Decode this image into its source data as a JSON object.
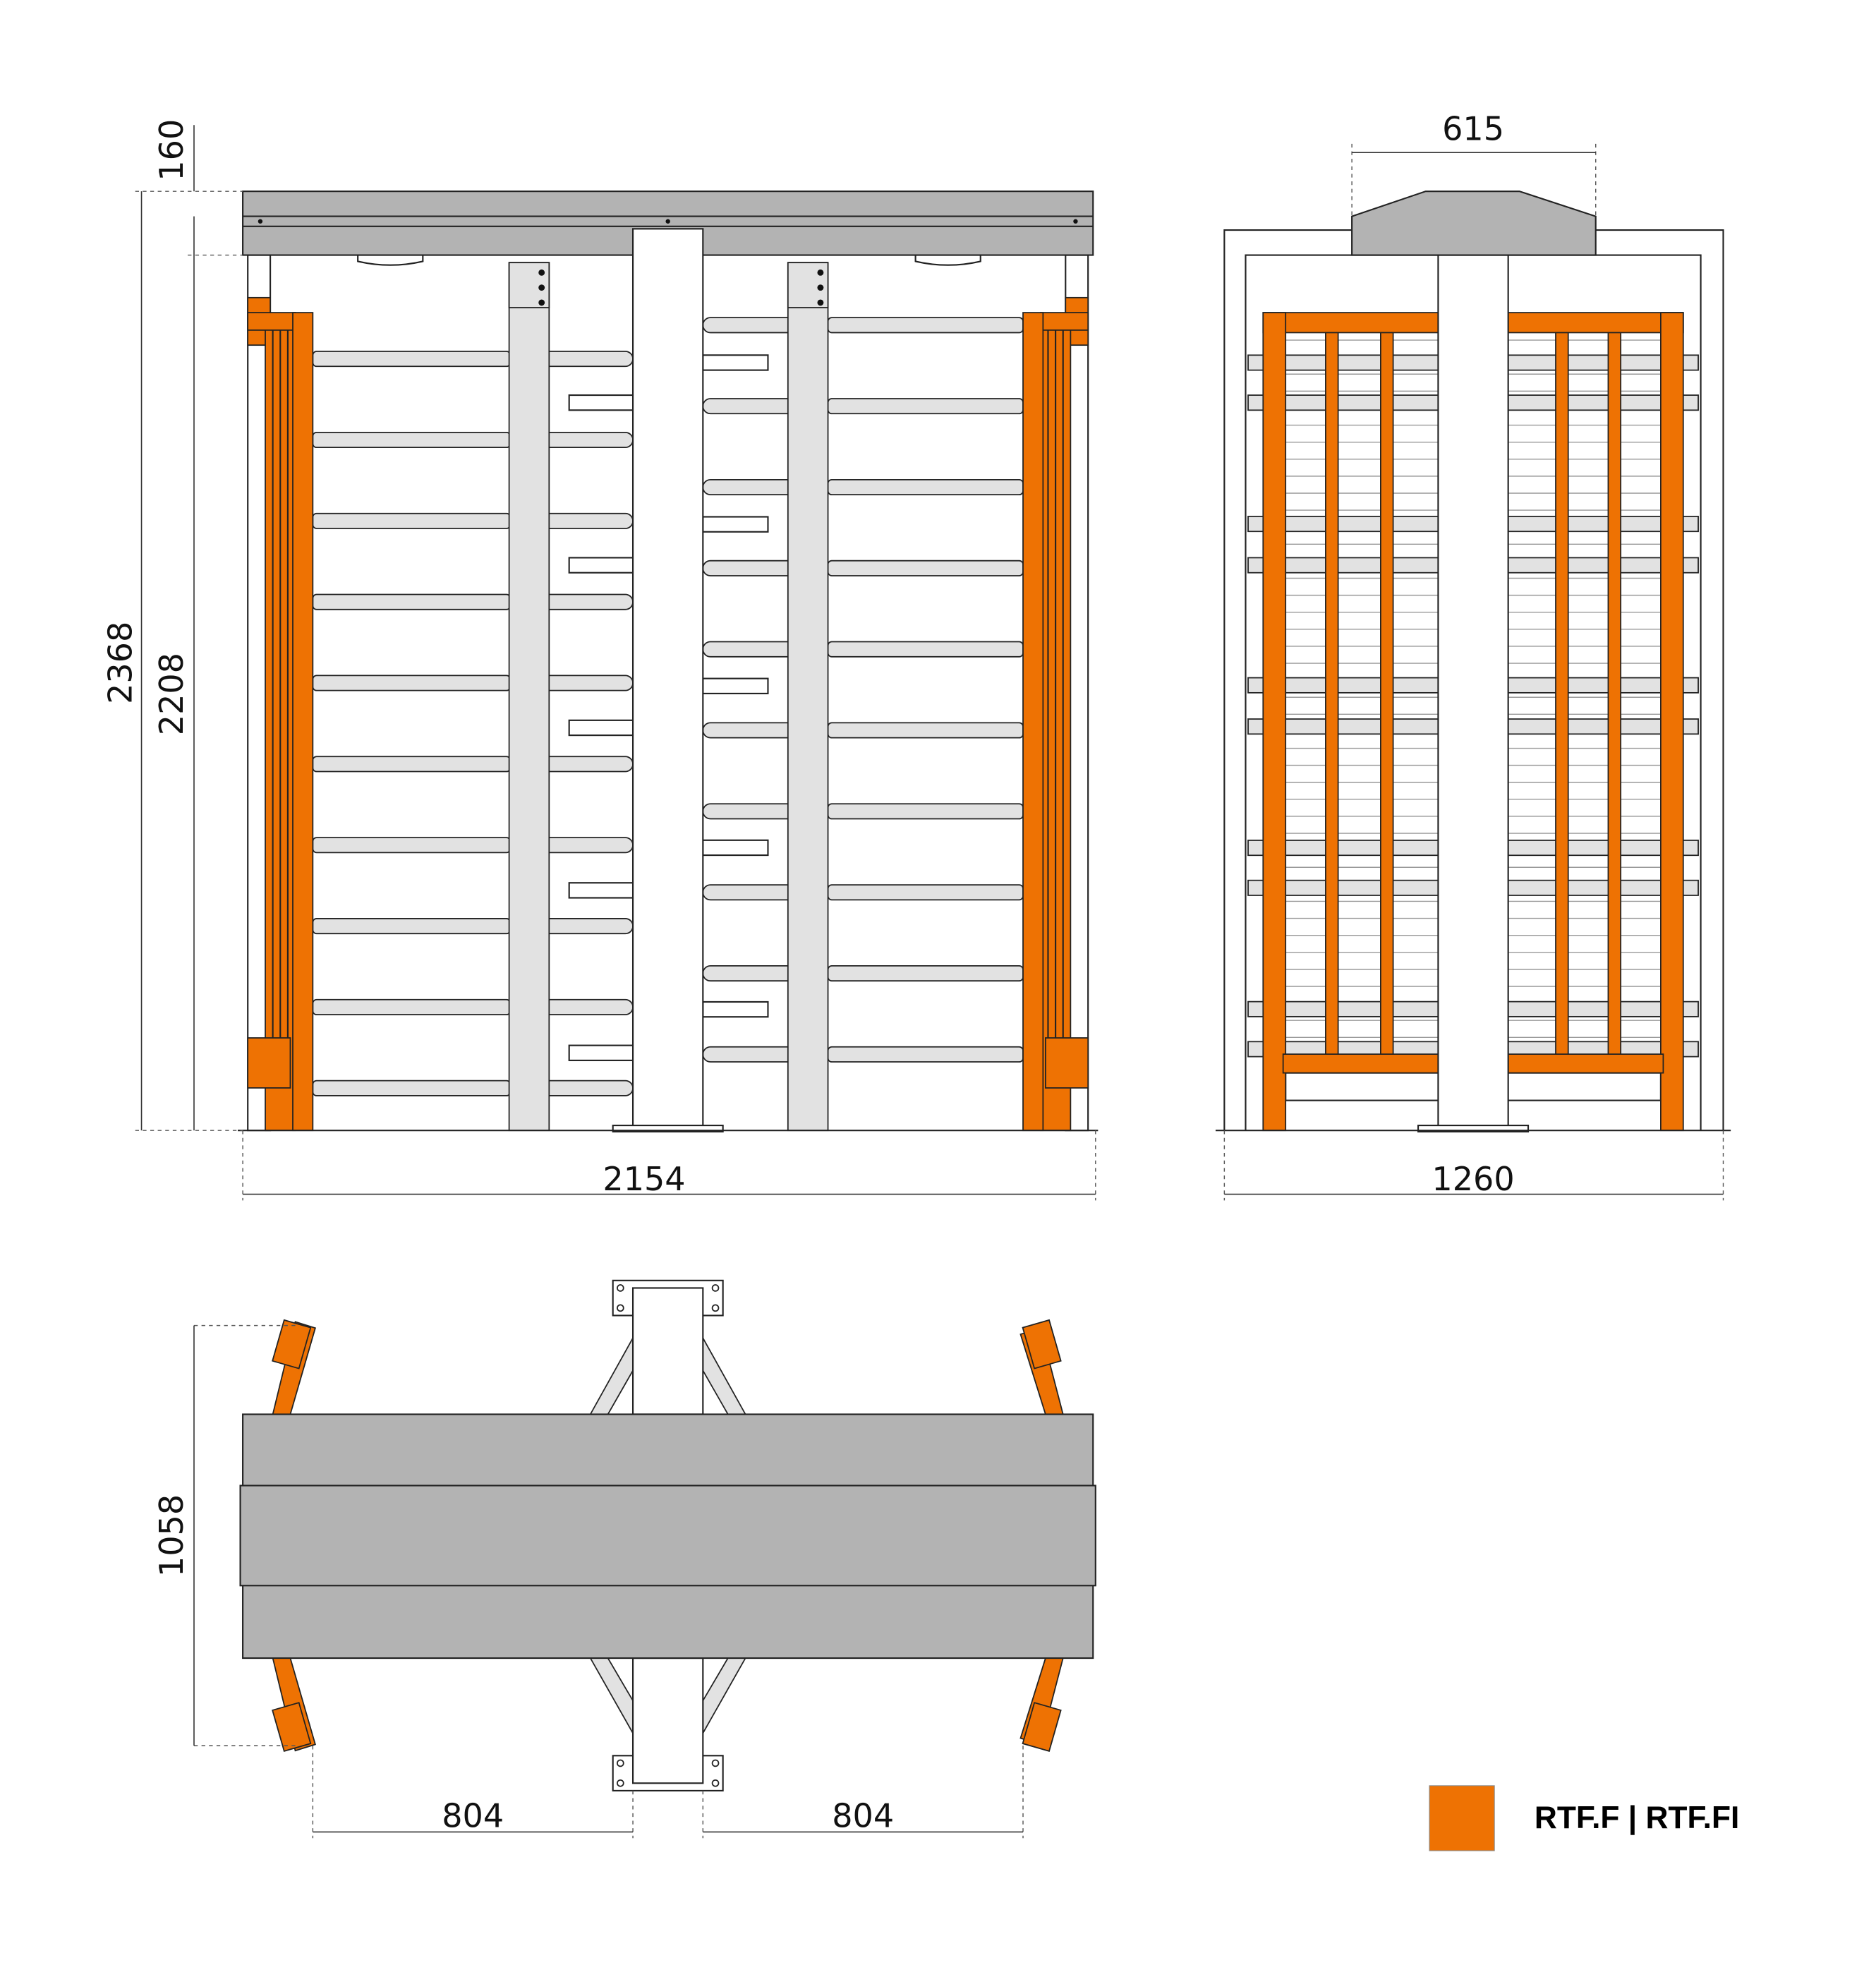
{
  "colors": {
    "accent_orange": "#ee7203",
    "panel_grey": "#b3b3b3",
    "arm_grey": "#e2e2e2"
  },
  "front_view": {
    "dimensions": {
      "top_height": "160",
      "total_height": "2368",
      "passage_height": "2208",
      "width": "2154"
    }
  },
  "side_view": {
    "dimensions": {
      "cap_width": "615",
      "depth": "1260"
    }
  },
  "top_view": {
    "dimensions": {
      "leg_span": "1058",
      "left_passage": "804",
      "right_passage": "804"
    }
  },
  "legend": {
    "swatch_color": "#ee7203",
    "label": "RTF.F | RTF.FI"
  }
}
